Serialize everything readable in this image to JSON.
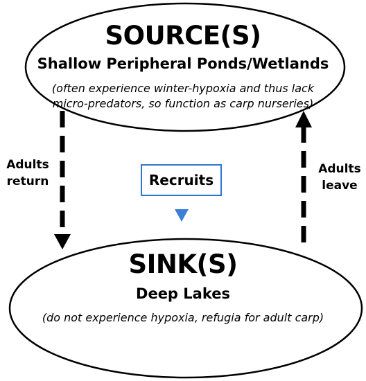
{
  "source": {
    "title": "SOURCE(S)",
    "subtitle": "Shallow Peripheral Ponds/Wetlands",
    "note_line1": "(often experience winter-hypoxia and thus lack",
    "note_line2": "micro-predators, so function as carp nurseries)"
  },
  "sink": {
    "title": "SINK(S)",
    "subtitle": "Deep Lakes",
    "note": "(do not experience hypoxia, refugia for adult carp)"
  },
  "arrows": {
    "left_label_line1": "Adults",
    "left_label_line2": "return",
    "right_label_line1": "Adults",
    "right_label_line2": "leave",
    "center_label": "Recruits"
  },
  "colors": {
    "outline": "#000000",
    "recruits_arrow_top": "#1aa8e0",
    "recruits_arrow_bottom": "#3b7fd8",
    "recruits_box_border": "#2e75d6"
  }
}
